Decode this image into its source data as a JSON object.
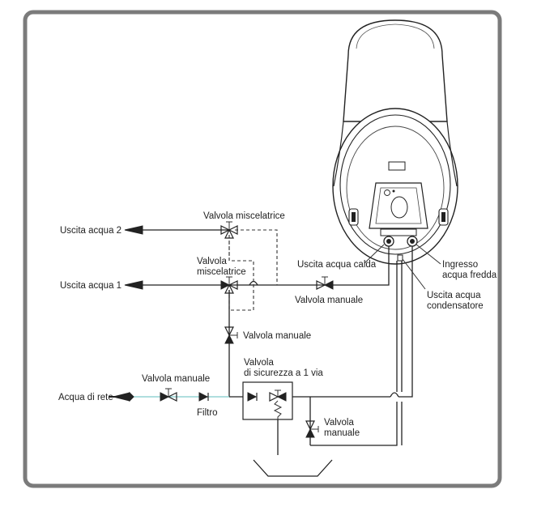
{
  "labels": {
    "outlet2": "Uscita acqua 2",
    "outlet1": "Uscita acqua 1",
    "mixing_valve_top": "Valvola miscelatrice",
    "mixing_valve_mid_line1": "Valvola",
    "mixing_valve_mid_line2": "miscelatrice",
    "manual_valve_vertical": "Valvola manuale",
    "manual_valve_hot": "Valvola manuale",
    "hot_outlet": "Uscita acqua calda",
    "cold_inlet_line1": "Ingresso",
    "cold_inlet_line2": "acqua fredda",
    "condensate_line1": "Uscita acqua",
    "condensate_line2": "condensatore",
    "safety_valve_line1": "Valvola",
    "safety_valve_line2": "di sicurezza a 1 via",
    "manual_valve_inlet": "Valvola manuale",
    "mains_water": "Acqua di rete",
    "filter": "Filtro",
    "manual_valve_drain_line1": "Valvola",
    "manual_valve_drain_line2": "manuale"
  },
  "colors": {
    "frame": "#7b7b7b",
    "line": "#222222",
    "mains_pipe": "#7fc9c9"
  }
}
